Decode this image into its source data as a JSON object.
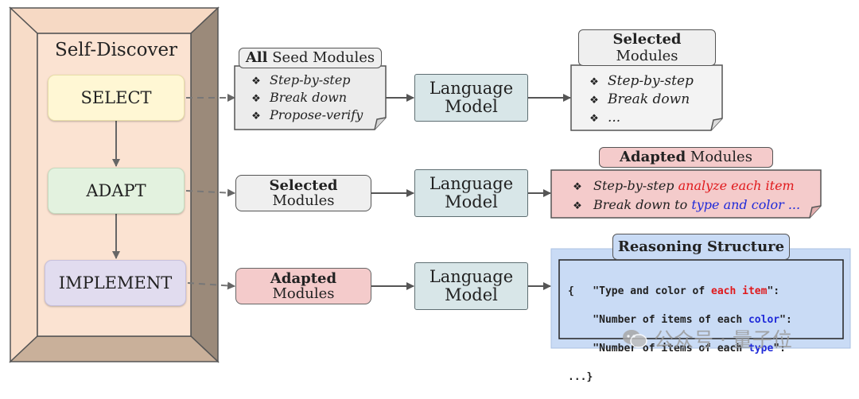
{
  "frame": {
    "title": "Self-Discover"
  },
  "stages": {
    "select": "SELECT",
    "adapt": "ADAPT",
    "implement": "IMPLEMENT"
  },
  "row1": {
    "input_tab_bold": "All",
    "input_tab_rest": " Seed Modules",
    "input_items": [
      "Step-by-step",
      "Break down",
      "Propose-verify"
    ],
    "model": [
      "Language",
      "Model"
    ],
    "output_tab": [
      "Selected",
      "Modules"
    ],
    "output_items": [
      "Step-by-step",
      "Break down",
      "..."
    ]
  },
  "row2": {
    "input": [
      "Selected",
      "Modules"
    ],
    "model": [
      "Language",
      "Model"
    ],
    "output_tab_bold": "Adapted",
    "output_tab_rest": " Modules",
    "item1_base": "Step-by-step ",
    "item1_accent": "analyze each item",
    "item2_base": "Break down to ",
    "item2_accent": "type and color ..."
  },
  "row3": {
    "input": [
      "Adapted",
      "Modules"
    ],
    "model": [
      "Language",
      "Model"
    ],
    "output_tab": "Reasoning Structure",
    "code": {
      "l1_a": "{   \"Type and color of ",
      "l1_b": "each item",
      "l1_c": "\":",
      "l2_a": "    \"Number of items of each ",
      "l2_b": "color",
      "l2_c": "\":",
      "l3_a": "    \"Number of items of each ",
      "l3_b": "type",
      "l3_c": "\":",
      "l4": "...}"
    }
  },
  "watermark": "公众号 · 量子位",
  "colors": {
    "select": "#fff7d4",
    "adapt": "#e3f2df",
    "implement": "#e1dcef",
    "model": "#d8e6e8",
    "pink": "#f4cbcb",
    "blue_panel": "#c9dbf5",
    "accent_red": "#e0191c",
    "accent_blue": "#1f2ad9"
  },
  "bullet_icon": "diamond-bullet-icon"
}
